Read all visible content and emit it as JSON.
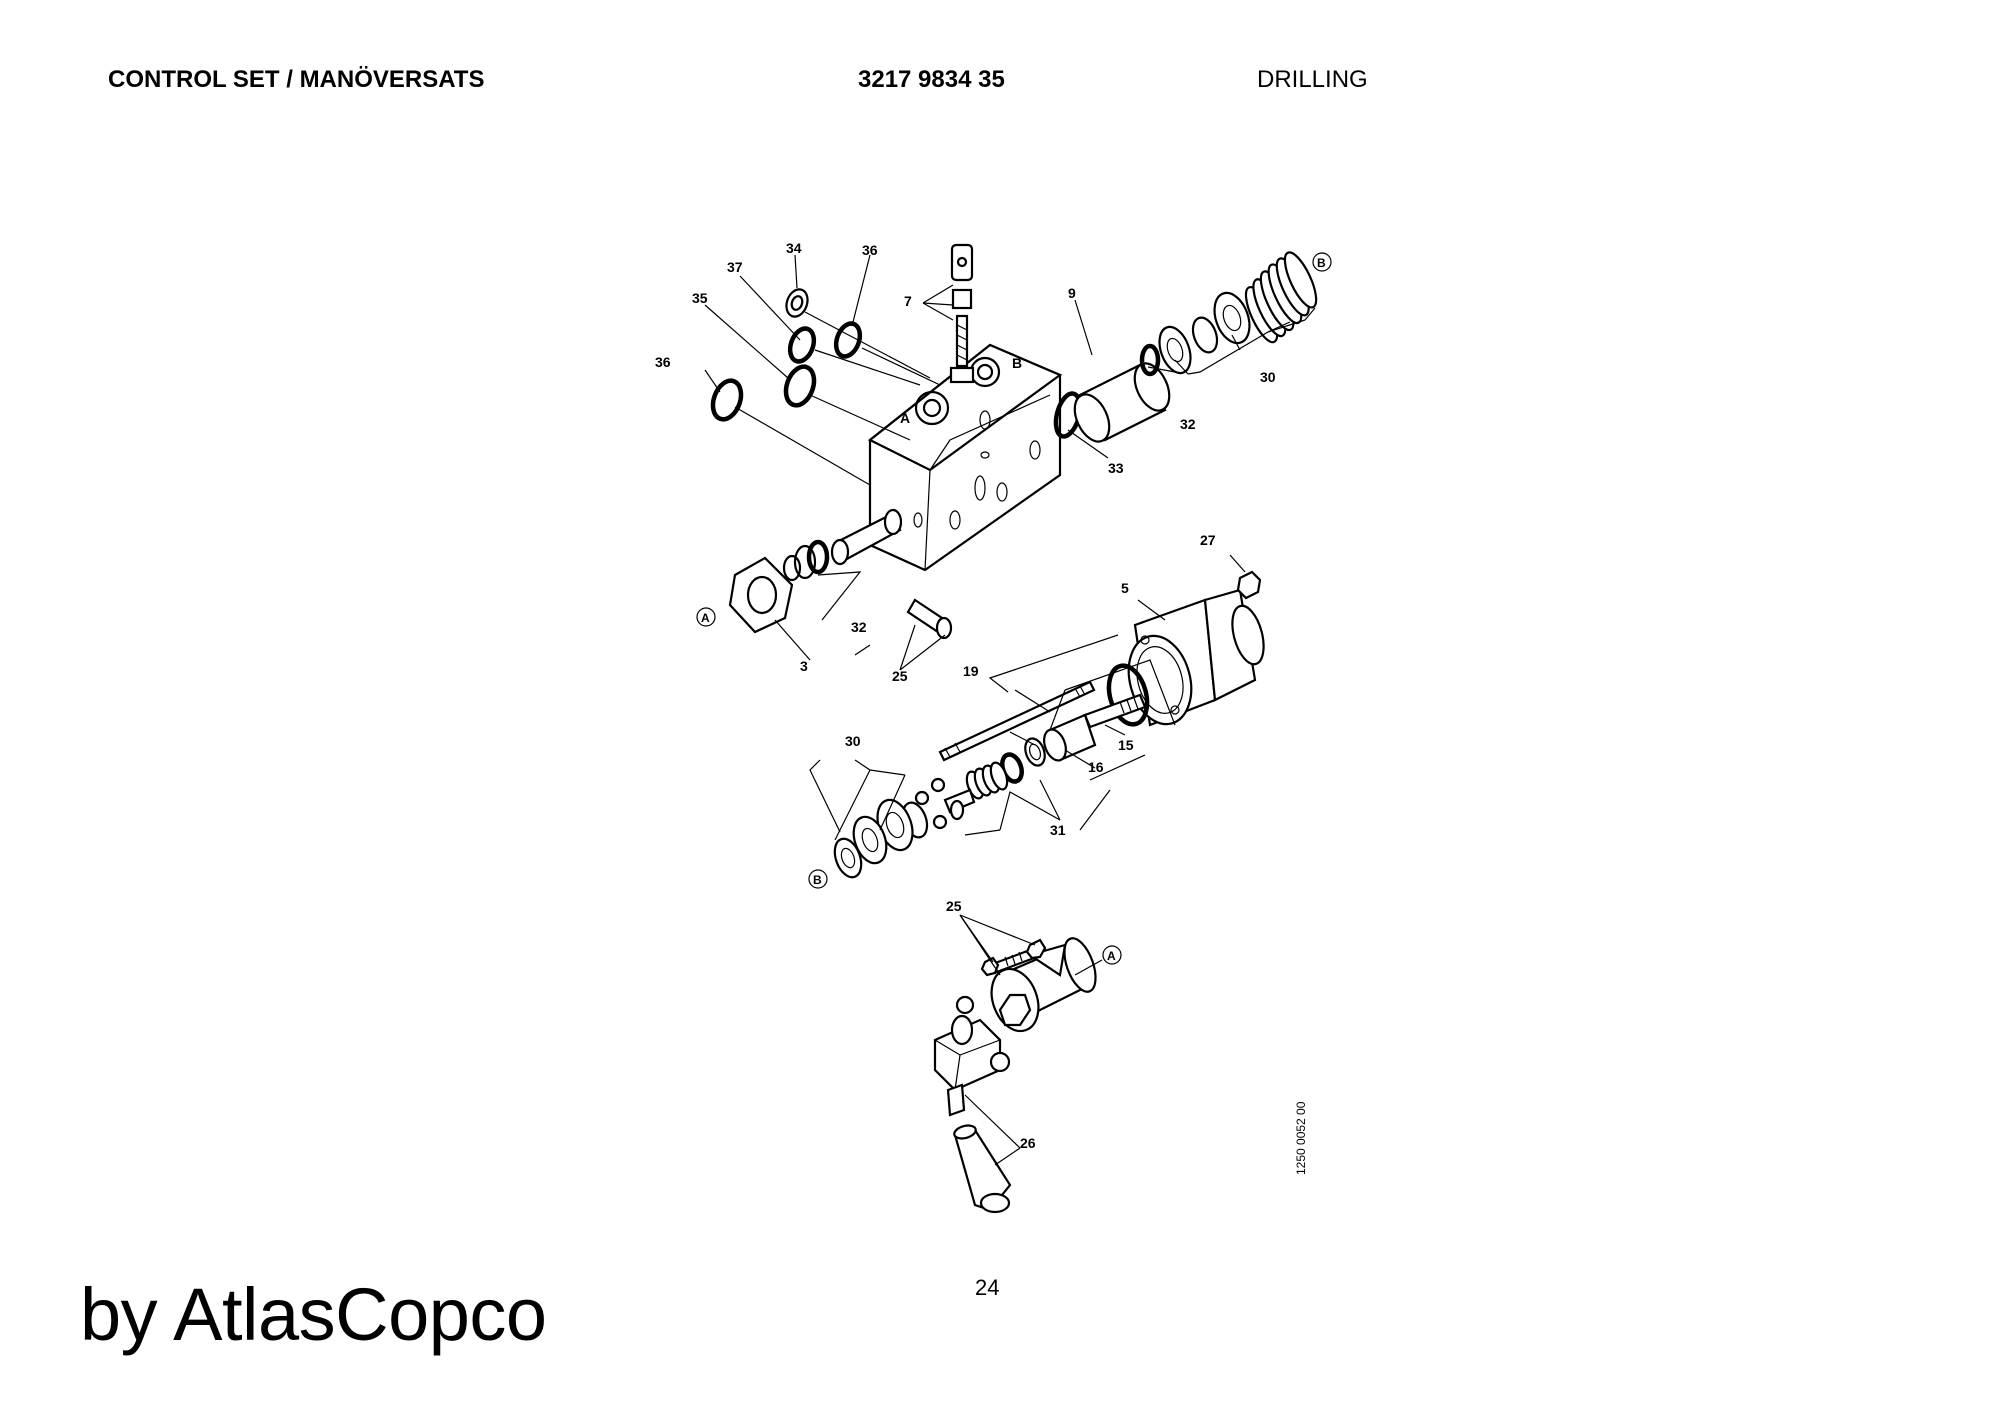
{
  "header": {
    "title": "CONTROL SET / MANÖVERSATS",
    "part_number": "3217 9834 35",
    "section": "DRILLING"
  },
  "drawing": {
    "callouts": {
      "c3": "3",
      "c5": "5",
      "c7": "7",
      "c9": "9",
      "c15": "15",
      "c16": "16",
      "c19": "19",
      "c25a": "25",
      "c25b": "25",
      "c26": "26",
      "c27": "27",
      "c30a": "30",
      "c30b": "30",
      "c31": "31",
      "c32a": "32",
      "c32b": "32",
      "c33": "33",
      "c34": "34",
      "c35": "35",
      "c36a": "36",
      "c36b": "36",
      "c37": "37"
    },
    "refs": {
      "a1": "A",
      "a2": "A",
      "b1": "B",
      "b2": "B",
      "portA": "A",
      "portB": "B"
    },
    "drawing_number": "1250 0052 00"
  },
  "page_number": "24",
  "brand": "by AtlasCopco"
}
